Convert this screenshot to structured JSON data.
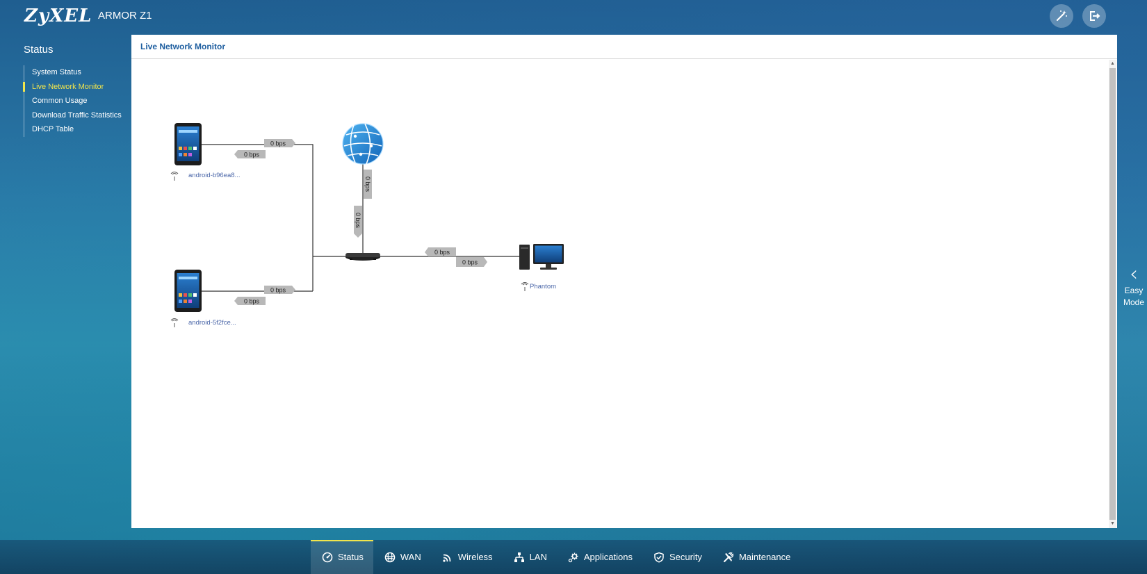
{
  "header": {
    "brand": "ZyXEL",
    "model": "ARMOR Z1",
    "wizard_icon": "magic-wand-icon",
    "logout_icon": "logout-icon"
  },
  "sidebar": {
    "title": "Status",
    "items": [
      {
        "label": "System Status",
        "active": false
      },
      {
        "label": "Live Network Monitor",
        "active": true
      },
      {
        "label": "Common Usage",
        "active": false
      },
      {
        "label": "Download Traffic Statistics",
        "active": false
      },
      {
        "label": "DHCP Table",
        "active": false
      }
    ]
  },
  "panel": {
    "title": "Live Network Monitor"
  },
  "topology": {
    "internet": {
      "icon": "globe-icon"
    },
    "router": {
      "icon": "router-icon"
    },
    "devices": [
      {
        "label": "android-b96ea8...",
        "icon": "tablet-icon",
        "upload": "0 bps",
        "download": "0 bps"
      },
      {
        "label": "android-5f2fce...",
        "icon": "tablet-icon",
        "upload": "0 bps",
        "download": "0 bps"
      },
      {
        "label": "Phantom",
        "icon": "desktop-computer-icon",
        "upload": "0 bps",
        "download": "0 bps"
      }
    ],
    "wan": {
      "upload": "0 bps",
      "download": "0 bps"
    }
  },
  "easy_mode": {
    "line1": "Easy",
    "line2": "Mode"
  },
  "tabs": [
    {
      "label": "Status",
      "icon": "status-icon",
      "active": true
    },
    {
      "label": "WAN",
      "icon": "globe-icon",
      "active": false
    },
    {
      "label": "Wireless",
      "icon": "wifi-icon",
      "active": false
    },
    {
      "label": "LAN",
      "icon": "network-icon",
      "active": false
    },
    {
      "label": "Applications",
      "icon": "gear-icon",
      "active": false
    },
    {
      "label": "Security",
      "icon": "shield-icon",
      "active": false
    },
    {
      "label": "Maintenance",
      "icon": "wrench-icon",
      "active": false
    }
  ],
  "colors": {
    "accent": "#f2e54c",
    "panel_title": "#1f5fa0",
    "link_label": "#4a66a8",
    "rate_tag": "#b8b8b8"
  }
}
